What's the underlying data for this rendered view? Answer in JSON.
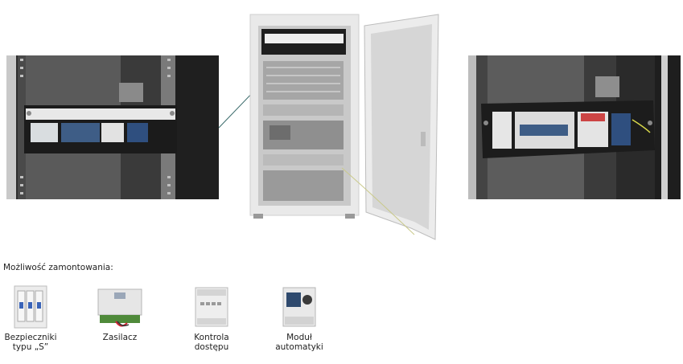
{
  "caption": "Możliwość zamontowania:",
  "modules": [
    {
      "label_line1": "Bezpieczniki",
      "label_line2": "typu „S”",
      "icon": "circuit-breakers-icon"
    },
    {
      "label_line1": "Zasilacz",
      "label_line2": "",
      "icon": "power-supply-icon"
    },
    {
      "label_line1": "Kontrola",
      "label_line2": "dostępu",
      "icon": "access-control-icon"
    },
    {
      "label_line1": "Moduł",
      "label_line2": "automatyki",
      "icon": "automation-module-icon"
    }
  ]
}
